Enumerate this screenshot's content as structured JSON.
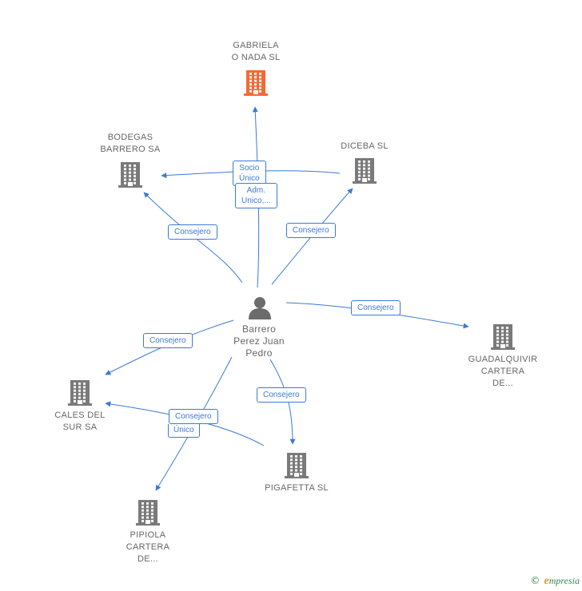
{
  "colors": {
    "edge": "#3b7ad6",
    "company": "#7a7a7a",
    "highlight": "#f26a35",
    "person": "#6b6b6b",
    "label": "#666666"
  },
  "center": {
    "name_lines": [
      "Barrero",
      "Perez Juan",
      "Pedro"
    ],
    "icon": "person-icon"
  },
  "companies": [
    {
      "id": "gabriela",
      "lines": [
        "GABRIELA",
        "O NADA  SL"
      ],
      "highlight": true
    },
    {
      "id": "bodegas",
      "lines": [
        "BODEGAS",
        "BARRERO SA"
      ],
      "highlight": false
    },
    {
      "id": "diceba",
      "lines": [
        "DICEBA  SL"
      ],
      "highlight": false
    },
    {
      "id": "guadalquivir",
      "lines": [
        "GUADALQUIVIR",
        "CARTERA",
        "DE..."
      ],
      "highlight": false
    },
    {
      "id": "cales",
      "lines": [
        "CALES DEL",
        "SUR SA"
      ],
      "highlight": false
    },
    {
      "id": "pigafetta",
      "lines": [
        "PIGAFETTA  SL"
      ],
      "highlight": false
    },
    {
      "id": "pipiola",
      "lines": [
        "PIPIOLA",
        "CARTERA",
        "DE..."
      ],
      "highlight": false
    }
  ],
  "relations": [
    {
      "id": "socio",
      "lines": [
        "Socio",
        "Único"
      ]
    },
    {
      "id": "adm",
      "lines": [
        "Adm.",
        "Unico,..."
      ]
    },
    {
      "id": "bodegas",
      "lines": [
        "Consejero"
      ]
    },
    {
      "id": "diceba",
      "lines": [
        "Consejero"
      ]
    },
    {
      "id": "guadalquivir",
      "lines": [
        "Consejero"
      ]
    },
    {
      "id": "cales",
      "lines": [
        "Consejero"
      ]
    },
    {
      "id": "pigafetta",
      "lines": [
        "Consejero"
      ]
    },
    {
      "id": "pipiola-consejero",
      "lines": [
        "Consejero"
      ]
    },
    {
      "id": "pipiola-unico",
      "lines": [
        "Único"
      ]
    }
  ],
  "brand": {
    "copyright": "©",
    "initial": "e",
    "rest": "mpresia"
  }
}
